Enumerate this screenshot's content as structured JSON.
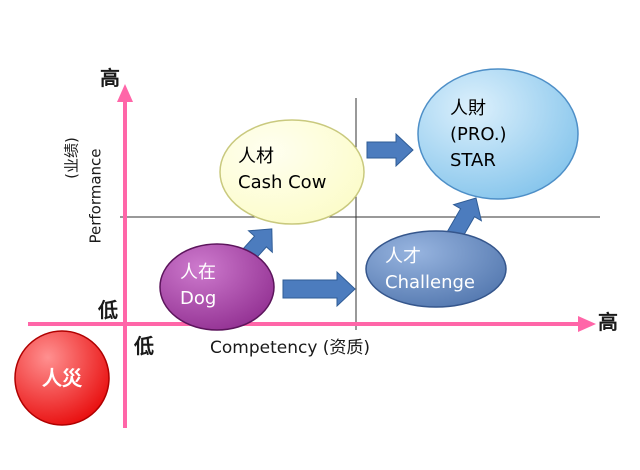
{
  "diagram_title": "talent-competency-performance-matrix",
  "y_axis": {
    "high_label": "高",
    "low_label": "低",
    "name_en": "Performance",
    "name_cn": "(业绩)"
  },
  "x_axis": {
    "low_label": "低",
    "high_label": "高",
    "name": "Competency (资质)"
  },
  "nodes": {
    "cash_cow": {
      "line1": "人材",
      "line2": "Cash Cow"
    },
    "star": {
      "line1": "人財",
      "line2": "(PRO.)",
      "line3": "STAR"
    },
    "dog": {
      "line1": "人在",
      "line2": "Dog"
    },
    "challenge": {
      "line1": "人才",
      "line2": "Challenge"
    },
    "disaster": {
      "line1": "人災"
    }
  },
  "colors": {
    "axis_pink": "#FF66A8",
    "arrow_blue": "#4C7CBE",
    "arrow_border": "#2F5C96",
    "cashcow_fill_light": "#FFFFF0",
    "cashcow_fill": "#FCFCC8",
    "cashcow_stroke": "#C9C97E",
    "star_fill_light": "#DCF0FC",
    "star_fill": "#7CC0EA",
    "star_stroke": "#4E8FC7",
    "dog_fill_light": "#CD7ACD",
    "dog_fill": "#8E2B8E",
    "dog_stroke": "#5C155C",
    "challenge_fill_light": "#97B4DF",
    "challenge_fill": "#4F74AC",
    "challenge_stroke": "#35568C",
    "disaster_fill_light": "#FF9090",
    "disaster_fill": "#E60000",
    "disaster_stroke": "#B00000"
  }
}
